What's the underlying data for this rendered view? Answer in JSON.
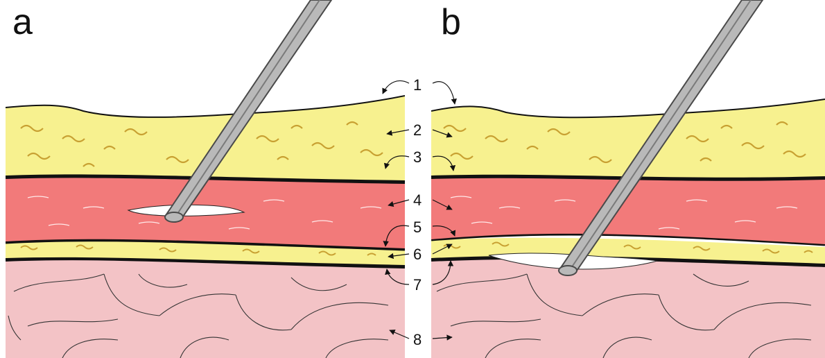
{
  "panels": [
    {
      "letter": "a"
    },
    {
      "letter": "b"
    }
  ],
  "layer_numbers": [
    "1",
    "2",
    "3",
    "4",
    "5",
    "6",
    "7",
    "8"
  ],
  "colors": {
    "fat": "#f7f18f",
    "fat_strand": "#c8a032",
    "muscle": "#f27a7a",
    "deep_tissue": "#f3c3c6",
    "membrane": "#111111",
    "instrument": "#b9b9b9",
    "instrument_edge": "#4a4a4a",
    "gap": "#ffffff"
  }
}
